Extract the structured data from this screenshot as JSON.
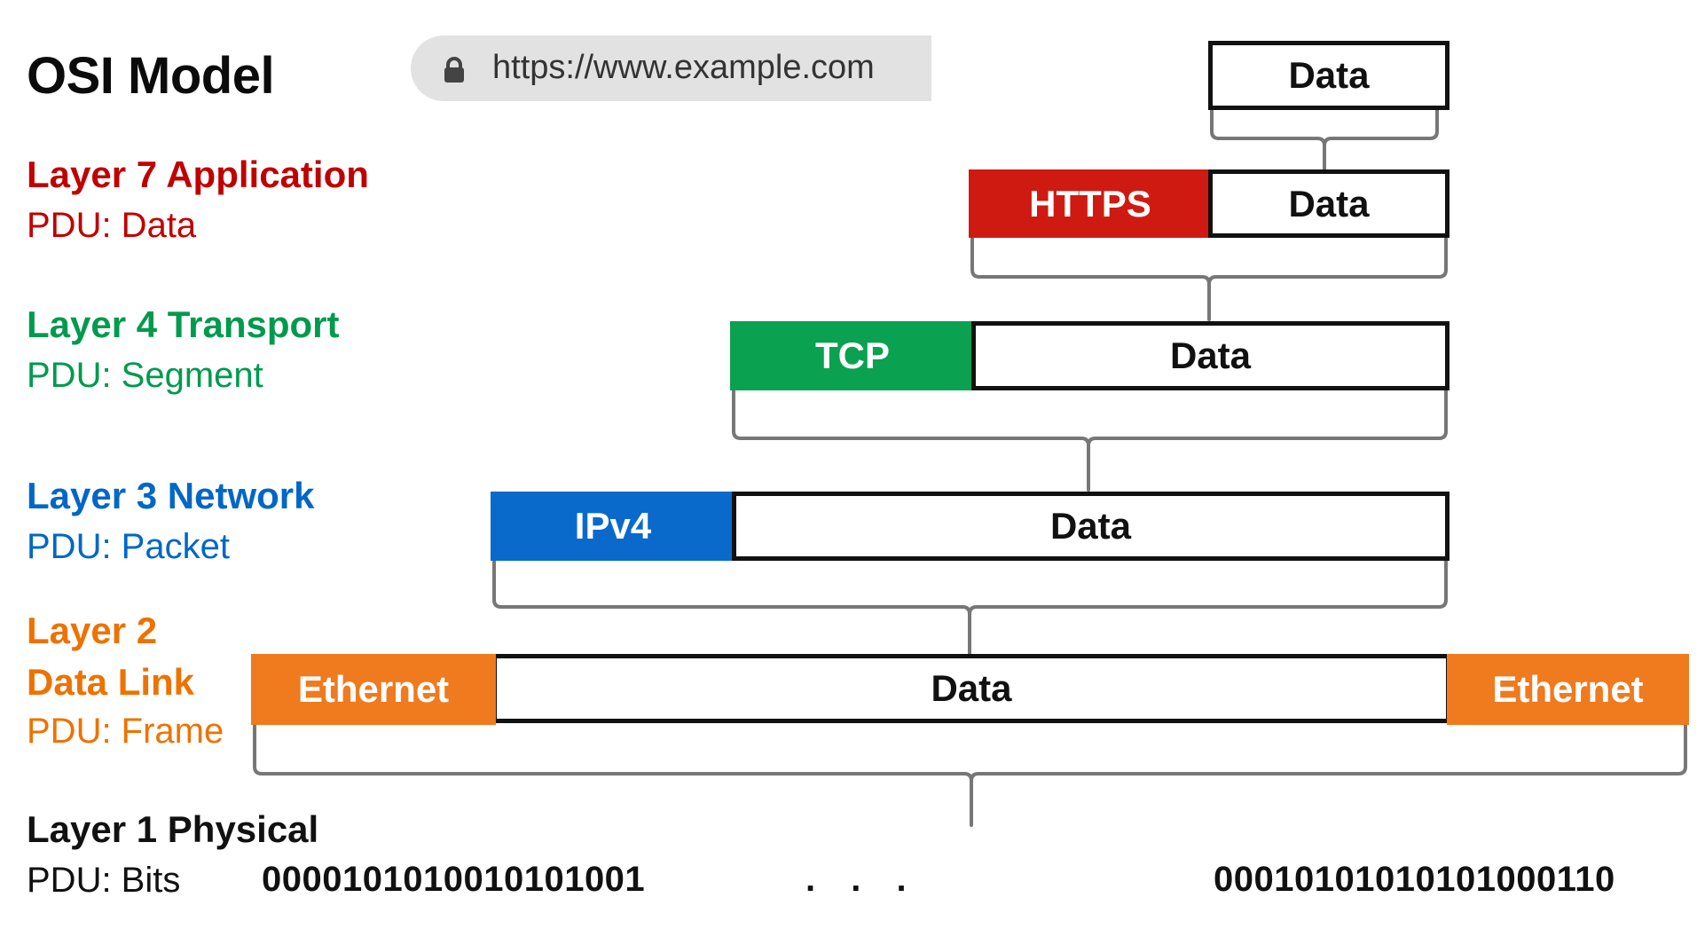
{
  "title": "OSI Model",
  "browser": {
    "url": "https://www.example.com",
    "icon": "lock-icon"
  },
  "colors": {
    "application": "#c00000",
    "transport": "#009a4e",
    "network": "#0067c6",
    "datalink": "#ee7200",
    "physical": "#111111"
  },
  "layers": {
    "application": {
      "name": "Layer 7 Application",
      "pdu": "PDU: Data"
    },
    "transport": {
      "name": "Layer 4 Transport",
      "pdu": "PDU: Segment"
    },
    "network": {
      "name": "Layer 3 Network",
      "pdu": "PDU: Packet"
    },
    "datalink": {
      "name_line1": "Layer 2",
      "name_line2": "Data Link",
      "pdu": "PDU: Frame"
    },
    "physical": {
      "name": "Layer 1 Physical",
      "pdu": "PDU: Bits"
    }
  },
  "pdus": {
    "data": {
      "payload": "Data"
    },
    "segment7": {
      "header": "HTTPS",
      "payload": "Data"
    },
    "segment4": {
      "header": "TCP",
      "payload": "Data"
    },
    "packet": {
      "header": "IPv4",
      "payload": "Data"
    },
    "frame": {
      "header": "Ethernet",
      "payload": "Data",
      "trailer": "Ethernet"
    }
  },
  "bits": {
    "start": "0000101010010101001",
    "ellipsis": ". . .",
    "end": "00010101010101000110"
  }
}
